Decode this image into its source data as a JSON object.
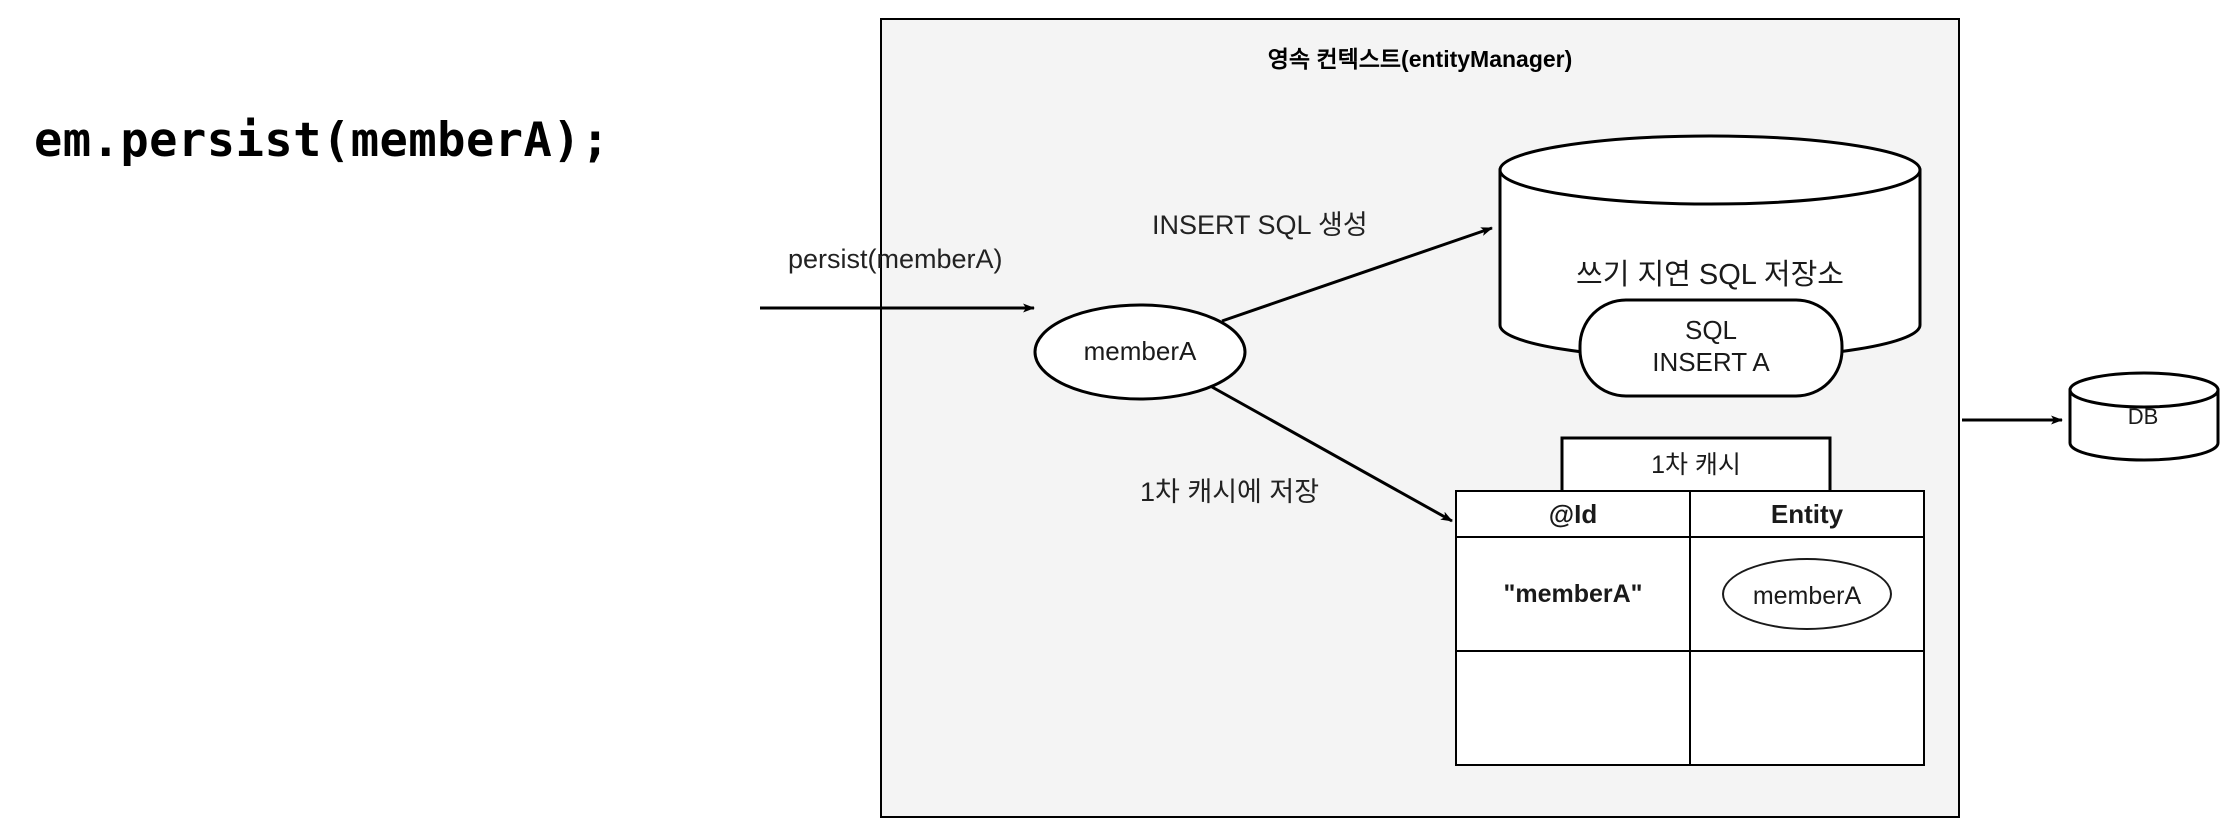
{
  "code_caption": "em.persist(memberA);",
  "persistence_context": {
    "title": "영속 컨텍스트(entityManager)"
  },
  "labels": {
    "persist_call": "persist(memberA)",
    "insert_sql_generate": "INSERT SQL 생성",
    "store_in_first_cache": "1차 캐시에 저장"
  },
  "nodes": {
    "member_entity": "memberA",
    "sql_store_title": "쓰기 지연 SQL 저장소",
    "sql_statement_line1": "SQL",
    "sql_statement_line2": "INSERT A",
    "database": "DB"
  },
  "first_level_cache": {
    "tab_label": "1차 캐시",
    "columns": [
      "@Id",
      "Entity"
    ],
    "rows": [
      {
        "id": "\"memberA\"",
        "entity": "memberA"
      },
      {
        "id": "",
        "entity": ""
      }
    ]
  },
  "colors": {
    "context_fill": "#f4f4f4",
    "stroke": "#000000",
    "shape_fill": "#ffffff",
    "page_background": "#ffffff"
  }
}
